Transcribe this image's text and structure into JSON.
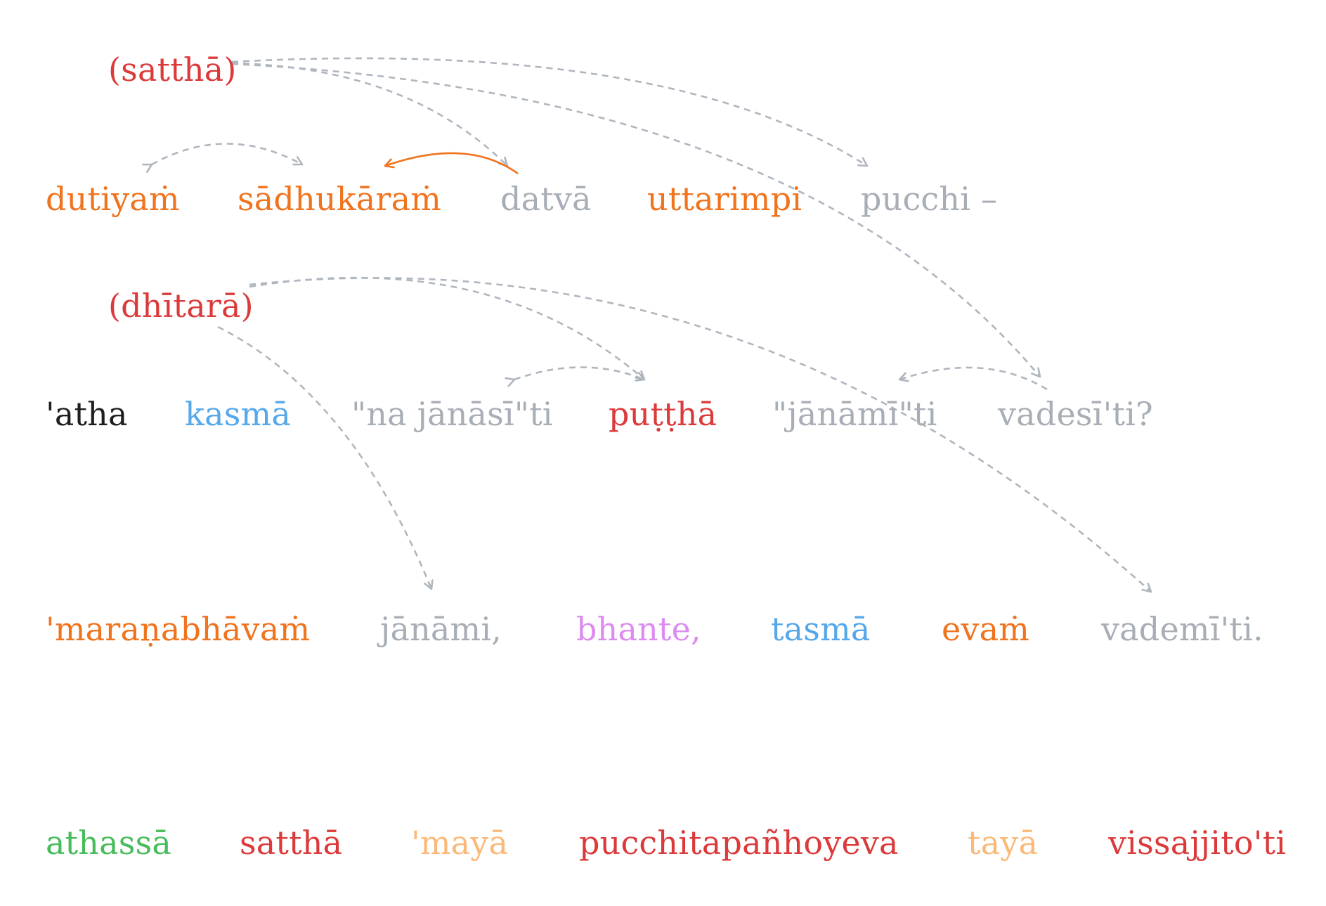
{
  "colors": {
    "orange": "#f0731e",
    "gray": "#a8aeb6",
    "red": "#dc3a3a",
    "black": "#1e1e1e",
    "blue": "#56a8ea",
    "violet": "#dc8cf0",
    "green": "#46bc5a",
    "peach": "#fab978",
    "arrow_gray": "#b0b6be",
    "arrow_orange": "#f0731e"
  },
  "implied": {
    "w1": "(satthā)",
    "w2": "(dhītarā)"
  },
  "rows": {
    "r1": {
      "w1": "dutiyaṁ",
      "w2": "sādhukāraṁ",
      "w3": "datvā",
      "w4": "uttarimpi",
      "w5": "pucchi –"
    },
    "r2": {
      "w1": "'atha",
      "w2": "kasmā",
      "w3": "\"na jānāsī\"ti",
      "w4": "puṭṭhā",
      "w5": "\"jānāmī\"ti",
      "w6": "vadesī'ti?"
    },
    "r3": {
      "w1": "'maraṇabhāvaṁ",
      "w2": "jānāmi,",
      "w3": "bhante,",
      "w4": "tasmā",
      "w5": "evaṁ",
      "w6": "vademī'ti."
    },
    "r4": {
      "w1": "athassā",
      "w2": "satthā",
      "w3": "'mayā",
      "w4": "pucchitapañhoyeva",
      "w5": "tayā",
      "w6": "vissajjito'ti"
    }
  }
}
